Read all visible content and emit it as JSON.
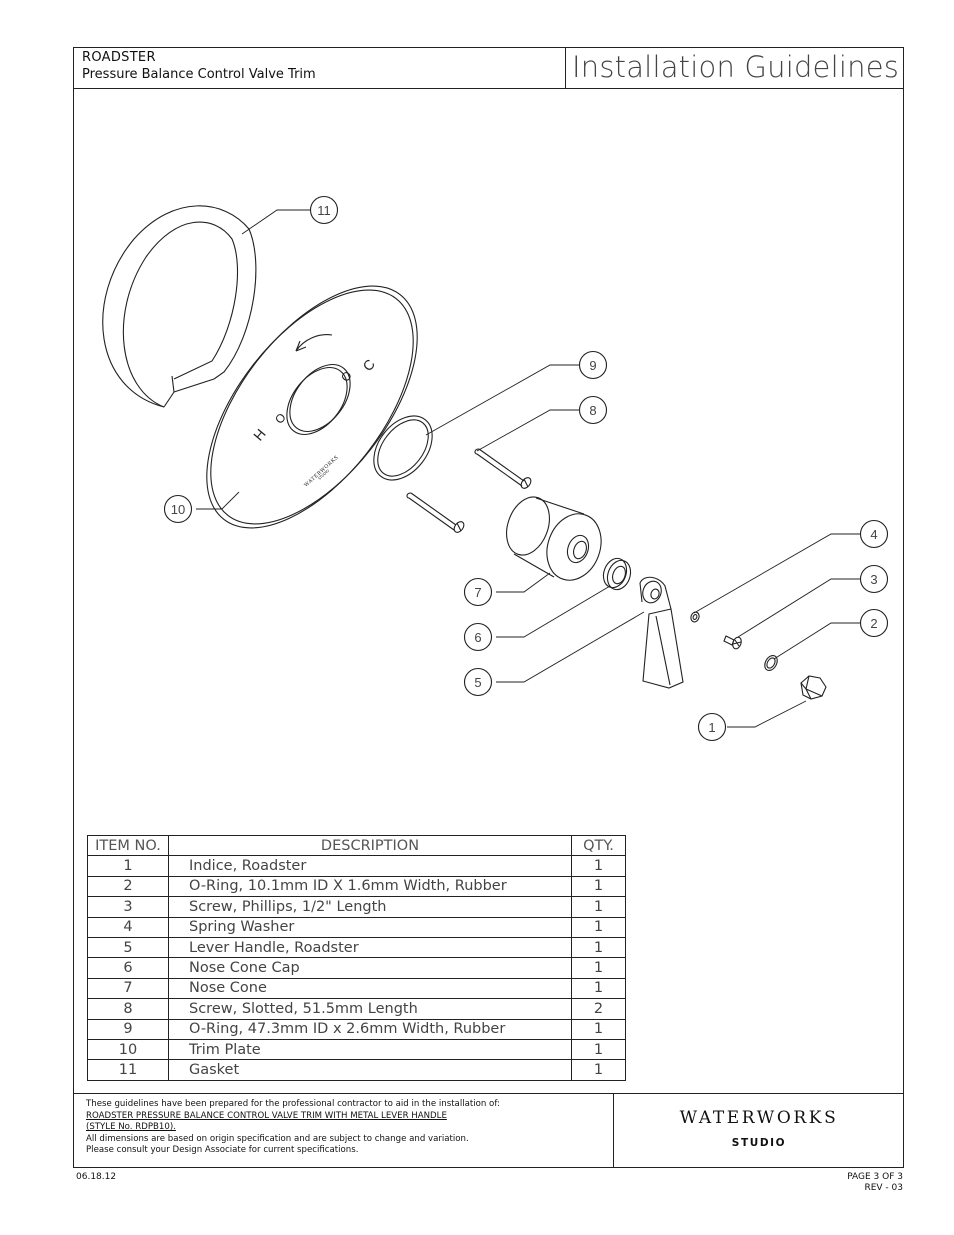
{
  "header": {
    "product_name": "ROADSTER",
    "product_subtitle": "Pressure Balance Control Valve Trim",
    "doc_title": "Installation Guidelines"
  },
  "diagram": {
    "callouts": [
      "1",
      "2",
      "3",
      "4",
      "5",
      "6",
      "7",
      "8",
      "9",
      "10",
      "11"
    ],
    "plate_marks": {
      "h": "H",
      "c": "C",
      "o1": "O",
      "o2": "O",
      "logo": "WATERWORKS",
      "logo_sub": "STUDIO"
    }
  },
  "parts_table": {
    "headers": {
      "item": "ITEM NO.",
      "description": "DESCRIPTION",
      "qty": "QTY."
    },
    "rows": [
      {
        "item": "1",
        "description": "Indice, Roadster",
        "qty": "1"
      },
      {
        "item": "2",
        "description": "O-Ring, 10.1mm ID X 1.6mm Width, Rubber",
        "qty": "1"
      },
      {
        "item": "3",
        "description": "Screw, Phillips, 1/2\" Length",
        "qty": "1"
      },
      {
        "item": "4",
        "description": "Spring Washer",
        "qty": "1"
      },
      {
        "item": "5",
        "description": "Lever Handle, Roadster",
        "qty": "1"
      },
      {
        "item": "6",
        "description": "Nose Cone Cap",
        "qty": "1"
      },
      {
        "item": "7",
        "description": "Nose Cone",
        "qty": "1"
      },
      {
        "item": "8",
        "description": "Screw, Slotted, 51.5mm Length",
        "qty": "2"
      },
      {
        "item": "9",
        "description": "O-Ring, 47.3mm ID x 2.6mm Width, Rubber",
        "qty": "1"
      },
      {
        "item": "10",
        "description": "Trim Plate",
        "qty": "1"
      },
      {
        "item": "11",
        "description": "Gasket",
        "qty": "1"
      }
    ]
  },
  "footer": {
    "disclaimer_line1": "These guidelines have been prepared for the professional contractor to aid in the installation of:",
    "disclaimer_line2": "ROADSTER PRESSURE BALANCE CONTROL VALVE TRIM WITH METAL LEVER HANDLE",
    "disclaimer_line3": "(STYLE No. RDPB10).",
    "disclaimer_line4": "All dimensions are based on origin specification and are subject to change and variation.",
    "disclaimer_line5": "Please consult your Design Associate for current specifications.",
    "brand": "WATERWORKS",
    "brand_sub": "STUDIO",
    "date": "06.18.12",
    "page": "PAGE 3 OF 3",
    "rev": "REV - 03"
  }
}
